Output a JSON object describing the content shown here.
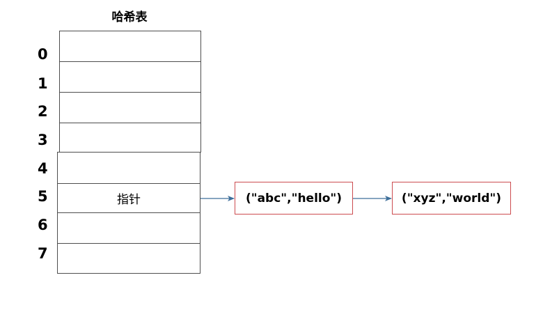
{
  "diagram": {
    "title": "哈希表",
    "indices": [
      "0",
      "1",
      "2",
      "3",
      "4",
      "5",
      "6",
      "7"
    ],
    "slots": [
      "",
      "",
      "",
      "",
      "",
      "指针",
      "",
      ""
    ],
    "chain": [
      {
        "text": "(\"abc\",\"hello\")"
      },
      {
        "text": "(\"xyz\",\"world\")"
      }
    ],
    "colors": {
      "cell_border": "#4d4d4d",
      "node_border": "#cc4b4f",
      "arrow": "#3e6f9a"
    }
  }
}
